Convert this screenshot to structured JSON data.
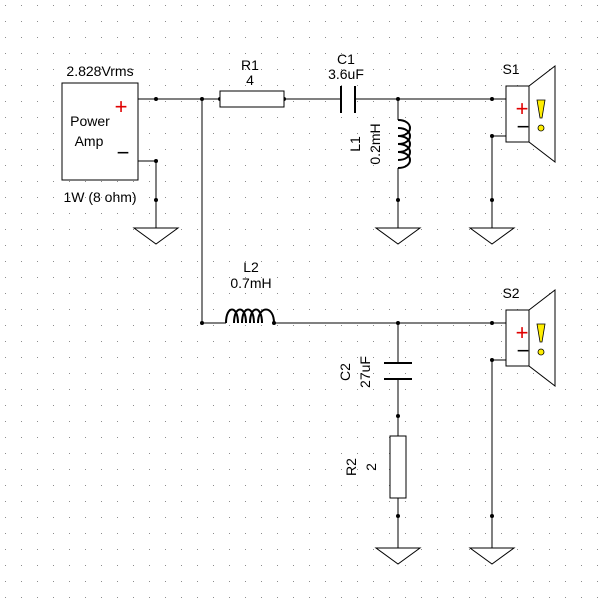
{
  "source": {
    "voltage_label": "2.828Vrms",
    "box_label_line1": "Power",
    "box_label_line2": "Amp",
    "power_label": "1W (8 ohm)",
    "plus": "+",
    "minus": "−"
  },
  "components": {
    "r1": {
      "ref": "R1",
      "value": "4"
    },
    "c1": {
      "ref": "C1",
      "value": "3.6uF"
    },
    "l1": {
      "ref": "L1",
      "value": "0.2mH"
    },
    "l2": {
      "ref": "L2",
      "value": "0.7mH"
    },
    "c2": {
      "ref": "C2",
      "value": "27uF"
    },
    "r2": {
      "ref": "R2",
      "value": "2"
    }
  },
  "speakers": {
    "s1": {
      "ref": "S1",
      "plus": "+",
      "minus": "−",
      "mark": "!"
    },
    "s2": {
      "ref": "S2",
      "plus": "+",
      "minus": "−",
      "mark": "!"
    }
  },
  "colors": {
    "grid_dot": "#8c8c8c",
    "wire": "#000000",
    "plus_red": "#e00000",
    "exclaim_yellow": "#ffee00"
  }
}
